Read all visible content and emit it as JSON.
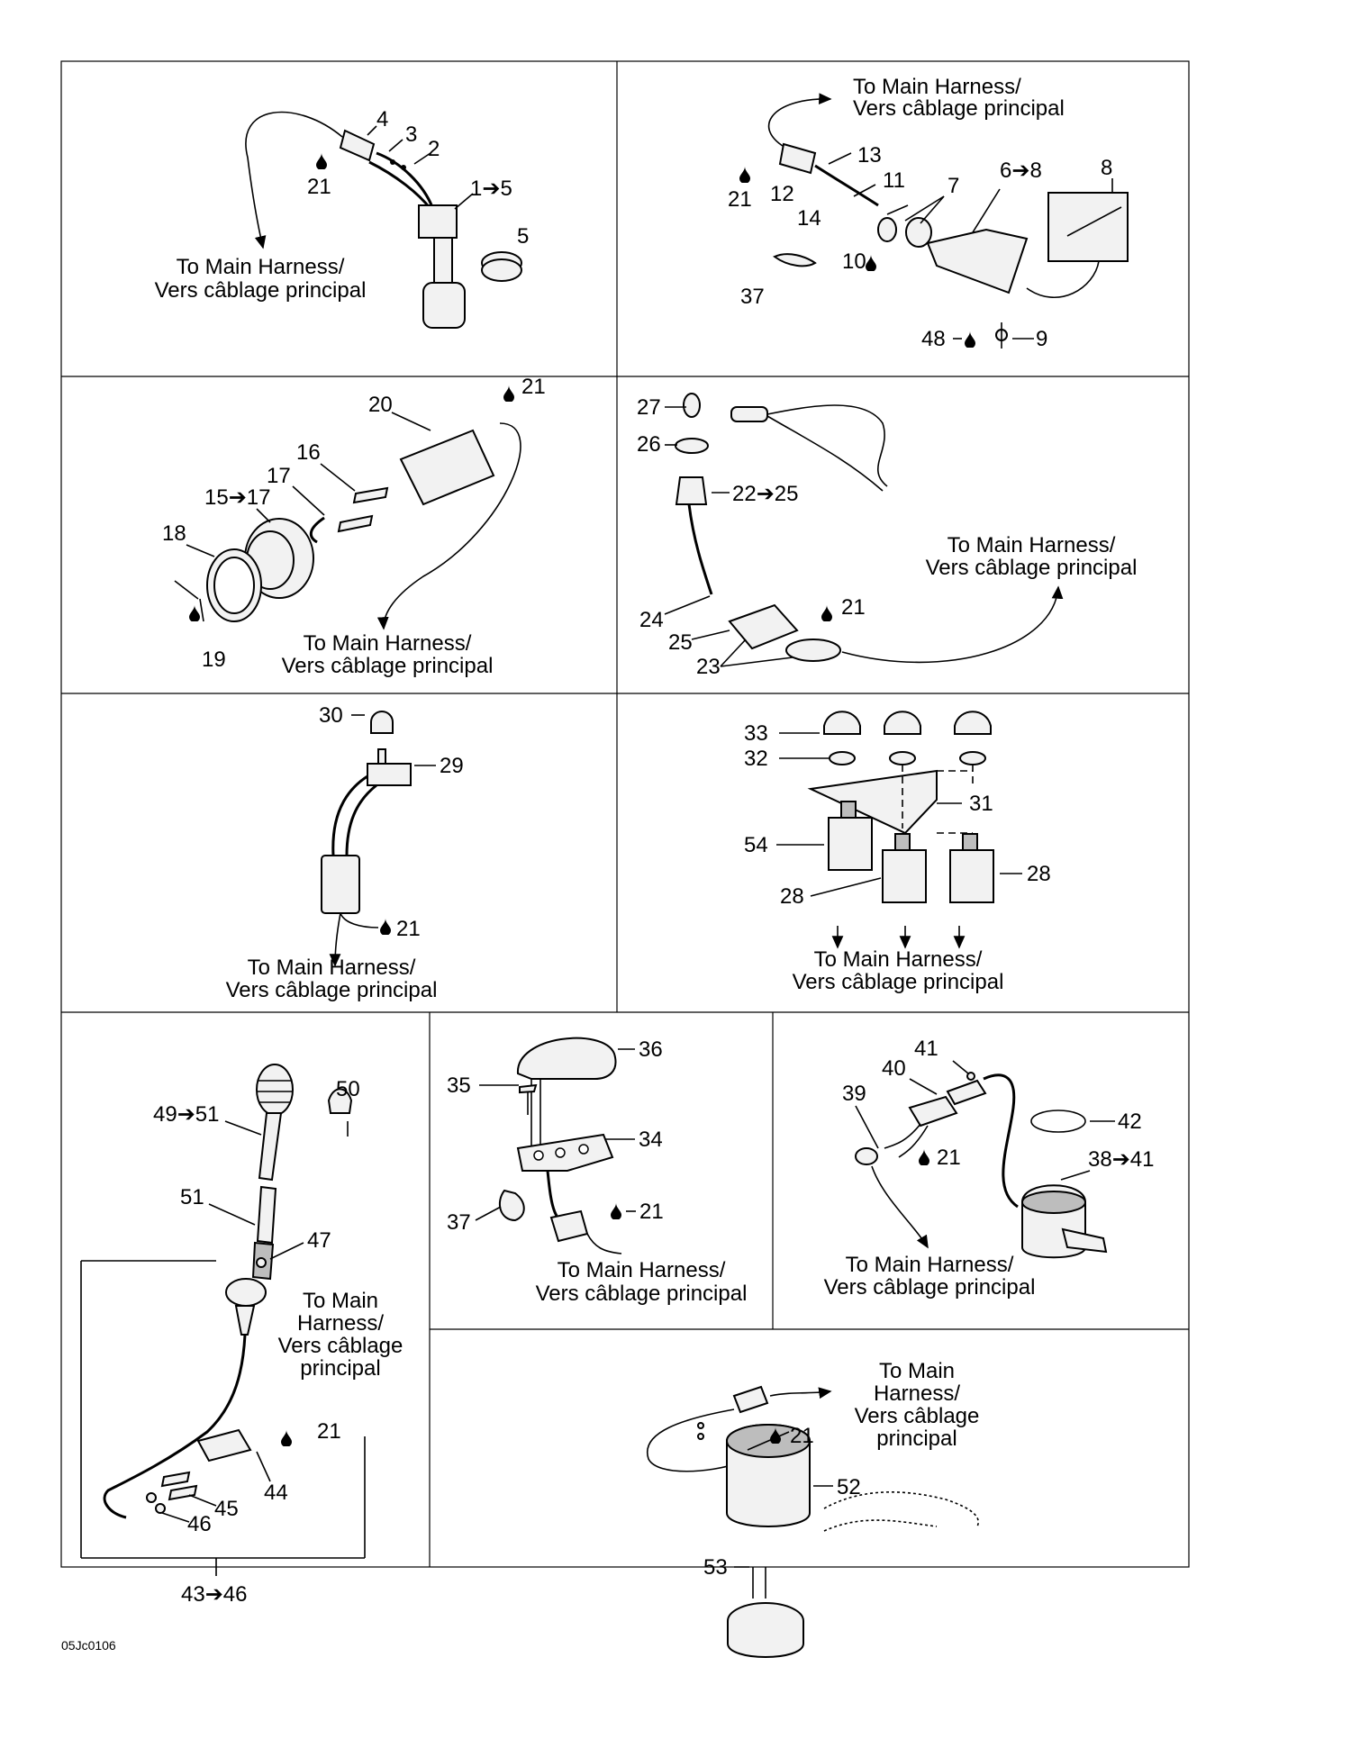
{
  "harness_label": {
    "line1": "To Main Harness/",
    "line2": "Vers câblage principal"
  },
  "harness_label_4line": {
    "line1": "To Main",
    "line2": "Harness/",
    "line3": "Vers câblage",
    "line4": "principal"
  },
  "drawing_code": "05Jc0106",
  "arrow": "➔",
  "callouts": {
    "p1": {
      "c4": "4",
      "c3": "3",
      "c2": "2",
      "c1_5": "1➔5",
      "c5": "5",
      "c21": "21"
    },
    "p2": {
      "c13": "13",
      "c11": "11",
      "c7": "7",
      "c6_8": "6➔8",
      "c8": "8",
      "c21": "21",
      "c12": "12",
      "c14": "14",
      "c10": "10",
      "c37": "37",
      "c48": "48",
      "c9": "9"
    },
    "p3": {
      "c20": "20",
      "c21": "21",
      "c16": "16",
      "c17": "17",
      "c15_17": "15➔17",
      "c18": "18",
      "c19": "19"
    },
    "p4": {
      "c27": "27",
      "c26": "26",
      "c22_25": "22➔25",
      "c24": "24",
      "c25": "25",
      "c23": "23",
      "c21": "21"
    },
    "p5": {
      "c30": "30",
      "c29": "29",
      "c21": "21"
    },
    "p6": {
      "c33": "33",
      "c32": "32",
      "c31": "31",
      "c54": "54",
      "c28a": "28",
      "c28b": "28"
    },
    "p7": {
      "c50": "50",
      "c49_51": "49➔51",
      "c51": "51",
      "c47": "47",
      "c21": "21",
      "c44": "44",
      "c45": "45",
      "c46": "46",
      "c43_46": "43➔46"
    },
    "p8": {
      "c36": "36",
      "c35": "35",
      "c34": "34",
      "c37": "37",
      "c21": "21"
    },
    "p9": {
      "c41": "41",
      "c40": "40",
      "c39": "39",
      "c42": "42",
      "c21": "21",
      "c38_41": "38➔41"
    },
    "p10": {
      "c21": "21",
      "c52": "52",
      "c53": "53"
    }
  }
}
